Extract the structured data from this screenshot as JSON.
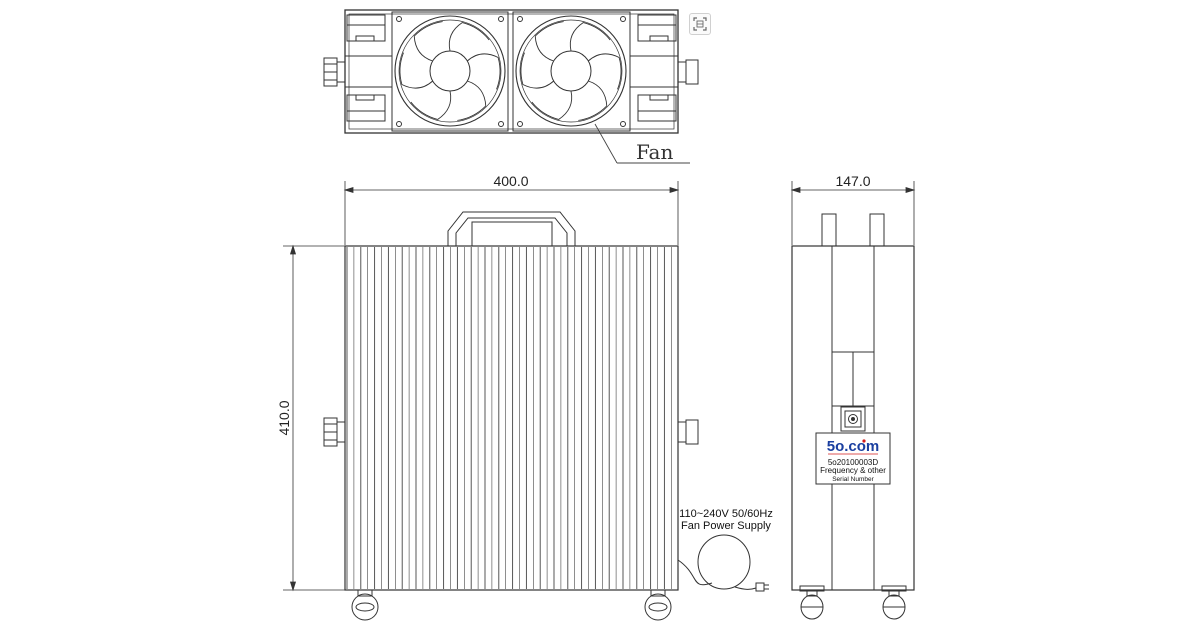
{
  "dimensions": {
    "width": "400.0",
    "height": "410.0",
    "depth": "147.0"
  },
  "labels": {
    "fan": "Fan",
    "power_line1": "110~240V 50/60Hz",
    "power_line2": "Fan Power Supply"
  },
  "nameplate": {
    "brand": "5o.com",
    "model": "5o20100003D",
    "line2": "Frequency & other",
    "line3": "Serial Number"
  },
  "toolbar": {
    "icon": "scan-icon"
  },
  "colors": {
    "line": "#333333",
    "brand": "#1a3fa0",
    "accent": "#d11b1b"
  }
}
